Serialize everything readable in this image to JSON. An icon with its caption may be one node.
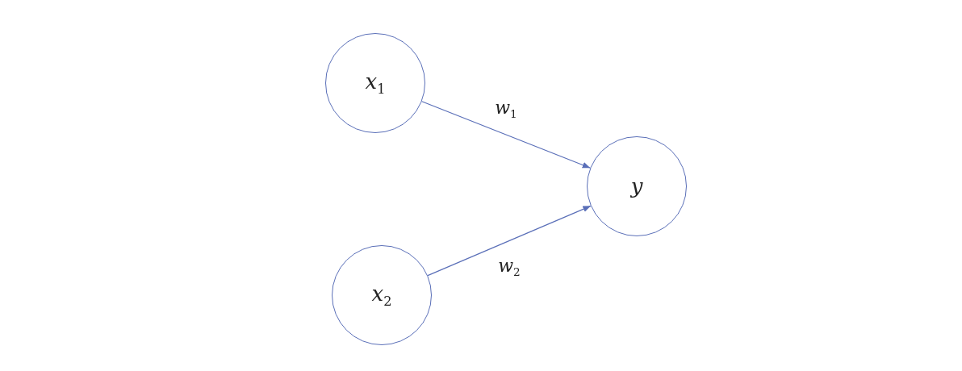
{
  "diagram": {
    "nodes": [
      {
        "text": [
          "x$_{1}$"
        ]
      },
      {
        "text": [
          "x$_{2}$"
        ]
      },
      {
        "text": [
          "y"
        ]
      }
    ],
    "edges": [
      {
        "from": 0,
        "to": 2,
        "arrow": "to",
        "label": "w$_{1}$"
      },
      {
        "from": 1,
        "to": 2,
        "arrow": "to",
        "label": "w$_{2}$"
      }
    ]
  }
}
